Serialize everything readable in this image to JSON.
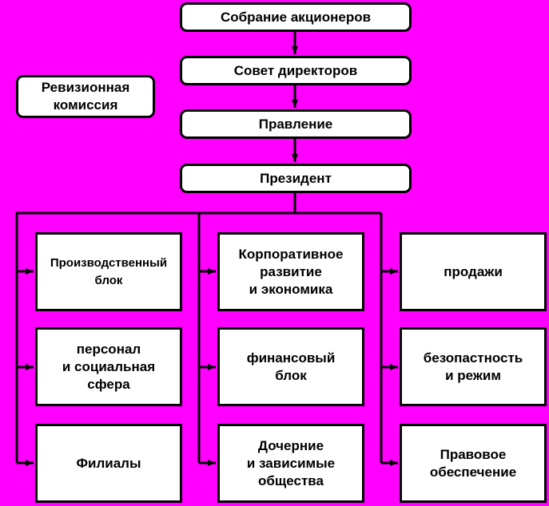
{
  "colors": {
    "background": "#ff00ff",
    "box": "#ffffff",
    "line": "#000000"
  },
  "top": [
    "Собрание акционеров",
    "Совет директоров",
    "Правление",
    "Президент"
  ],
  "audit": "Ревизионная\nкомиссия",
  "columns": [
    [
      "Производственный\nблок",
      "персонал\nи социальная\nсфера",
      "Филиалы"
    ],
    [
      "Корпоративное\nразвитие\nи экономика",
      "финансовый\nблок",
      "Дочерние\nи зависимые\nобщества"
    ],
    [
      "продажи",
      "безопастность\nи режим",
      "Правовое\nобеспечение"
    ]
  ]
}
